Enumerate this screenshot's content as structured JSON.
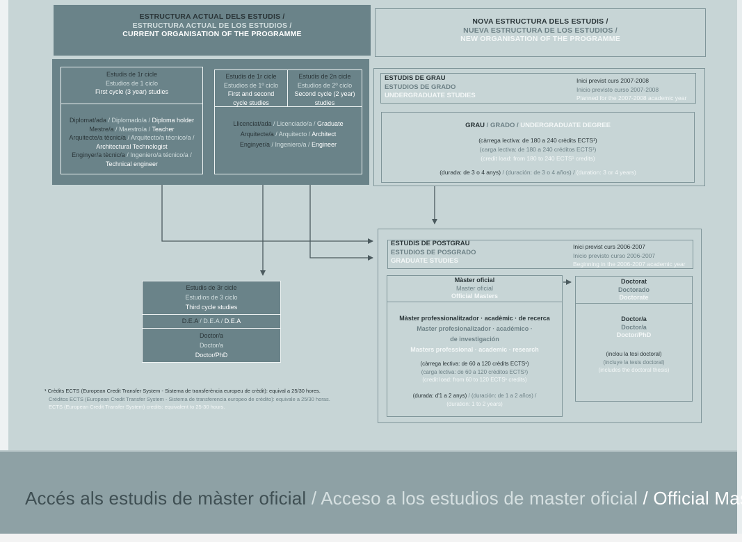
{
  "current": {
    "title": [
      "ESTRUCTURA ACTUAL DELS ESTUDIS /",
      "ESTRUCTURA ACTUAL DE LOS ESTUDIOS /",
      "CURRENT ORGANISATION OF THE PROGRAMME"
    ],
    "first_cycle": {
      "head": [
        "Estudis de 1r cicle",
        "Estudios de 1 ciclo",
        "First cycle (3 year) studies"
      ],
      "degrees": {
        "l1": [
          "Diplomat/ada",
          "Diplomado/a",
          "Diploma holder"
        ],
        "l2": [
          "Mestre/a",
          "Maestro/a",
          "Teacher"
        ],
        "l3": [
          "Arquitecte/a tècnic/a",
          "Arquitecto/a técnico/a"
        ],
        "l4": "Architectural Technologist",
        "l5": [
          "Enginyer/a tècnic/a",
          "Ingeniero/a técnico/a"
        ],
        "l6": "Technical engineer"
      }
    },
    "first_second_cycle": {
      "head": [
        "Estudis de 1r cicle",
        "Estudios de 1º ciclo",
        "First and second",
        "cycle studies"
      ],
      "degrees": {
        "l1": [
          "Llicenciat/ada",
          "Licenciado/a",
          "Graduate"
        ],
        "l2": [
          "Arquitecte/a",
          "Arquitecto",
          "Architect"
        ],
        "l3": [
          "Enginyer/a",
          "Ingeniero/a",
          "Engineer"
        ]
      }
    },
    "second_cycle": {
      "head": [
        "Estudis de 2n cicle",
        "Estudios de 2º ciclo",
        "Second cycle (2 year)",
        "studies"
      ]
    },
    "third_cycle": {
      "head": [
        "Estudis de 3r cicle",
        "Estudios de 3 ciclo",
        "Third cycle studies"
      ],
      "dea": [
        "D.E.A",
        "D.E.A",
        "D.E.A"
      ],
      "doctor": [
        "Doctor/a",
        "Doctor/a",
        "Doctor/PhD"
      ]
    }
  },
  "new": {
    "title": [
      "NOVA ESTRUCTURA DELS ESTUDIS /",
      "NUEVA ESTRUCTURA DE LOS ESTUDIOS /",
      "NEW ORGANISATION OF THE PROGRAMME"
    ],
    "grau": {
      "head": [
        "ESTUDIS DE GRAU",
        "ESTUDIOS DE GRADO",
        "UNDERGRADUATE STUDIES"
      ],
      "start": [
        "Inici previst curs 2007-2008",
        "Inicio previsto curso 2007-2008",
        "Planned for the 2007-2008 academic year"
      ],
      "degree_title": [
        "GRAU",
        "GRADO",
        "UNDERGRADUATE DEGREE"
      ],
      "load": [
        "(càrrega lectiva: de 180 a 240 crèdits ECTS¹)",
        "(carga lectiva: de 180 a 240 créditos ECTS¹)",
        "(credit load: from 180 to 240 ECTS¹ credits)"
      ],
      "duration": [
        "(durada: de 3 o 4 anys)",
        "(duración: de 3 o 4 años)",
        "(duration: 3 or 4 years)"
      ]
    },
    "postgrau": {
      "head": [
        "ESTUDIS DE POSTGRAU",
        "ESTUDIOS DE POSGRADO",
        "GRADUATE STUDIES"
      ],
      "start": [
        "Inici previst curs 2006-2007",
        "Inicio previsto curso 2006-2007",
        "Beginning in the 2006-2007 academic year"
      ],
      "master": {
        "head": [
          "Màster oficial",
          "Master oficial",
          "Official Masters"
        ],
        "types": [
          "Màster professionalitzador · acadèmic · de recerca",
          "Master profesionalizador · académico ·",
          "de investigación",
          "Masters professional · academic · research"
        ],
        "load": [
          "(càrrega lectiva: de 60 a 120 crèdits ECTS¹)",
          "(carga lectiva: de 60 a 120 créditos ECTS¹)",
          "(credit load: from 60 to 120 ECTS¹ credits)"
        ],
        "duration": [
          "(durada: d'1 a 2 anys)",
          "(duración: de 1 a 2 años)",
          "(duration: 1 to 2 years)"
        ]
      },
      "doctorate": {
        "head": [
          "Doctorat",
          "Doctorado",
          "Doctorate"
        ],
        "degree": [
          "Doctor/a",
          "Doctor/a",
          "Doctor/PhD"
        ],
        "thesis": [
          "(inclou la tesi doctoral)",
          "(incluye la tesis doctoral)",
          "(includes the doctoral thesis)"
        ]
      }
    }
  },
  "notes": [
    "¹ Crèdits ECTS  (European Credit Transfer System - Sistema de transferència europeu de crèdit): equival a 25/30 hores.",
    "Créditos ECTS (European Credit Transfer System - Sistema de transferencia europeo de crédito): equivale a 25/30 horas.",
    "ECTS (European Credit Transfer System) credits: equivalent to 25-30 hours."
  ],
  "footer": {
    "catalan": "Accés als estudis de màster oficial",
    "spanish": "Acceso a los estudios de master oficial",
    "english": "Official Masters Studies",
    "sep": "/"
  },
  "colors": {
    "panel": "#c7d5d6",
    "dark_box": "#6a8389",
    "footer": "#8ea1a5",
    "arrow": "#4b5a5e"
  }
}
